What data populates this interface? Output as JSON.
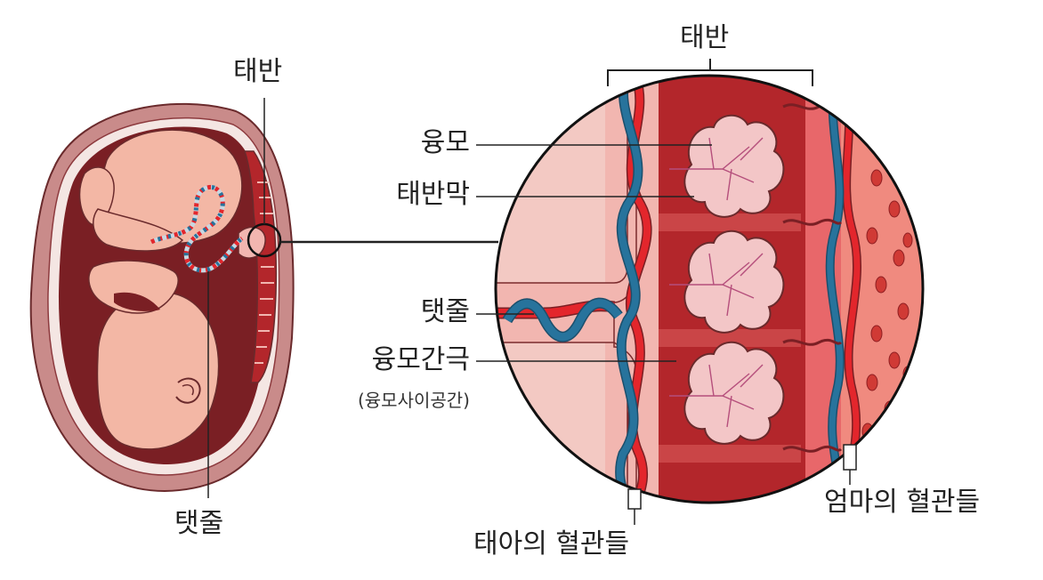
{
  "labels": {
    "placenta_top": "태반",
    "placenta_left": "태반",
    "umbilical_cord_bottom": "탯줄",
    "villus": "융모",
    "placental_membrane": "태반막",
    "umbilical_cord": "탯줄",
    "intervillous_space": "융모간극",
    "intervillous_space_note": "(융모사이공간)",
    "fetal_vessels": "태아의 혈관들",
    "maternal_vessels": "엄마의 혈관들"
  },
  "colors": {
    "uterus_outer": "#c98b8a",
    "uterus_wall": "#b4545a",
    "amniotic_dark": "#7a1f24",
    "fetus_skin": "#f3b7a5",
    "placenta_red": "#b3262b",
    "placenta_light": "#f2b6b0",
    "artery_red": "#e3262c",
    "vein_blue": "#27739c",
    "villus_pink": "#f3c6c7"
  }
}
